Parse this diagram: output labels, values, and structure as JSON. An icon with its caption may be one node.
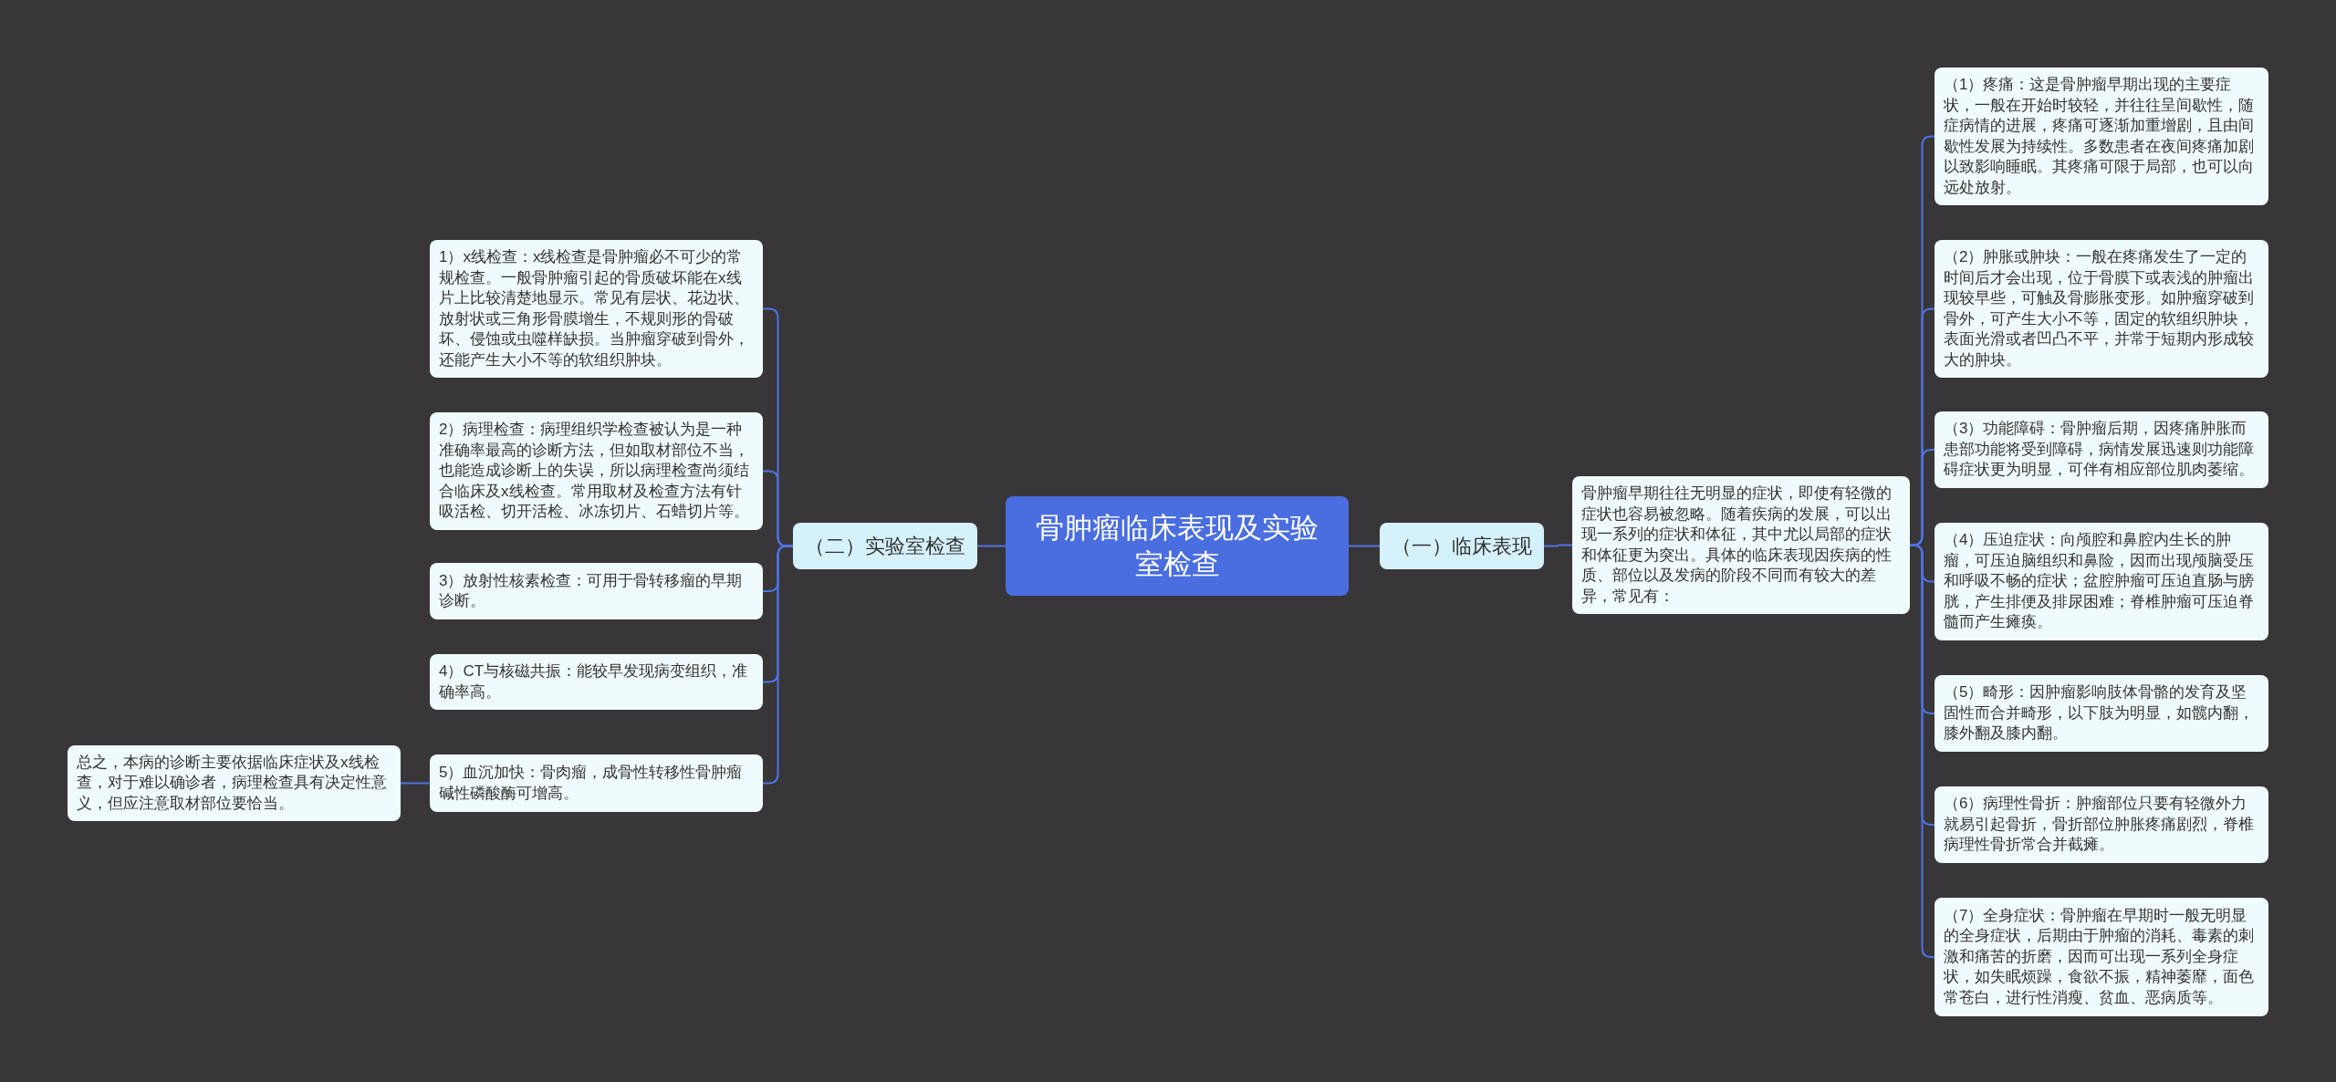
{
  "diagram": {
    "nodes": [
      {
        "text": [
          "骨肿瘤临床表现及实验室检查"
        ]
      },
      {
        "text": [
          "（一）临床表现"
        ]
      },
      {
        "text": [
          "骨肿瘤早期往往无明显的症状，即使有轻微的症状也容易被忽略。随着疾病的发展，可以出现一系列的症状和体征，其中尤以局部的症状和体征更为突出。具体的临床表现因疾病的性质、部位以及发病的阶段不同而有较大的差异，常见有："
        ]
      },
      {
        "text": [
          "（1）疼痛：这是骨肿瘤早期出现的主要症状，一般在开始时较轻，并往往呈间歇性，随症病情的进展，疼痛可逐渐加重增剧，且由间歇性发展为持续性。多数患者在夜间疼痛加剧以致影响睡眠。其疼痛可限于局部，也可以向远处放射。"
        ]
      },
      {
        "text": [
          "（2）肿胀或肿块：一般在疼痛发生了一定的时间后才会出现，位于骨膜下或表浅的肿瘤出现较早些，可触及骨膨胀变形。如肿瘤穿破到骨外，可产生大小不等，固定的软组织肿块，表面光滑或者凹凸不平，并常于短期内形成较大的肿块。"
        ]
      },
      {
        "text": [
          "（3）功能障碍：骨肿瘤后期，因疼痛肿胀而患部功能将受到障碍，病情发展迅速则功能障碍症状更为明显，可伴有相应部位肌肉萎缩。"
        ]
      },
      {
        "text": [
          "（4）压迫症状：向颅腔和鼻腔内生长的肿瘤，可压迫脑组织和鼻险，因而出现颅脑受压和呼吸不畅的症状；盆腔肿瘤可压迫直肠与膀胱，产生排便及排尿困难；脊椎肿瘤可压迫脊髓而产生瘫痪。"
        ]
      },
      {
        "text": [
          "（5）畸形：因肿瘤影响肢体骨骼的发育及坚固性而合并畸形，以下肢为明显，如髋内翻，膝外翻及膝内翻。"
        ]
      },
      {
        "text": [
          "（6）病理性骨折：肿瘤部位只要有轻微外力就易引起骨折，骨折部位肿胀疼痛剧烈，脊椎病理性骨折常合并截瘫。"
        ]
      },
      {
        "text": [
          "（7）全身症状：骨肿瘤在早期时一般无明显的全身症状，后期由于肿瘤的消耗、毒素的刺激和痛苦的折磨，因而可出现一系列全身症状，如失眠烦躁，食欲不振，精神萎靡，面色常苍白，进行性消瘦、贫血、恶病质等。"
        ]
      },
      {
        "text": [
          "（二）实验室检查"
        ]
      },
      {
        "text": [
          "1）x线检查：x线检查是骨肿瘤必不可少的常规检查。一般骨肿瘤引起的骨质破坏能在x线片上比较清楚地显示。常见有层状、花边状、放射状或三角形骨膜增生，不规则形的骨破坏、侵蚀或虫噬样缺损。当肿瘤穿破到骨外，还能产生大小不等的软组织肿块。"
        ]
      },
      {
        "text": [
          "2）病理检查：病理组织学检查被认为是一种准确率最高的诊断方法，但如取材部位不当，也能造成诊断上的失误，所以病理检查尚须结合临床及x线检查。常用取材及检查方法有针吸活检、切开活检、冰冻切片、石蜡切片等。"
        ]
      },
      {
        "text": [
          "3）放射性核素检查：可用于骨转移瘤的早期诊断。"
        ]
      },
      {
        "text": [
          "4）CT与核磁共振：能较早发现病变组织，准确率高。"
        ]
      },
      {
        "text": [
          "5）血沉加快：骨肉瘤，成骨性转移性骨肿瘤碱性磷酸酶可增高。"
        ]
      },
      {
        "text": [
          "总之，本病的诊断主要依据临床症状及x线检查，对于难以确诊者，病理检查具有决定性意义，但应注意取材部位要恰当。"
        ]
      }
    ],
    "edges": [
      {
        "from": 0,
        "to": 1,
        "arrow": "none"
      },
      {
        "from": 1,
        "to": 2,
        "arrow": "none"
      },
      {
        "from": 2,
        "to": 3,
        "arrow": "none"
      },
      {
        "from": 2,
        "to": 4,
        "arrow": "none"
      },
      {
        "from": 2,
        "to": 5,
        "arrow": "none"
      },
      {
        "from": 2,
        "to": 6,
        "arrow": "none"
      },
      {
        "from": 2,
        "to": 7,
        "arrow": "none"
      },
      {
        "from": 2,
        "to": 8,
        "arrow": "none"
      },
      {
        "from": 2,
        "to": 9,
        "arrow": "none"
      },
      {
        "from": 0,
        "to": 10,
        "arrow": "none"
      },
      {
        "from": 10,
        "to": 11,
        "arrow": "none"
      },
      {
        "from": 10,
        "to": 12,
        "arrow": "none"
      },
      {
        "from": 10,
        "to": 13,
        "arrow": "none"
      },
      {
        "from": 10,
        "to": 14,
        "arrow": "none"
      },
      {
        "from": 10,
        "to": 15,
        "arrow": "none"
      },
      {
        "from": 15,
        "to": 16,
        "arrow": "none"
      }
    ]
  }
}
